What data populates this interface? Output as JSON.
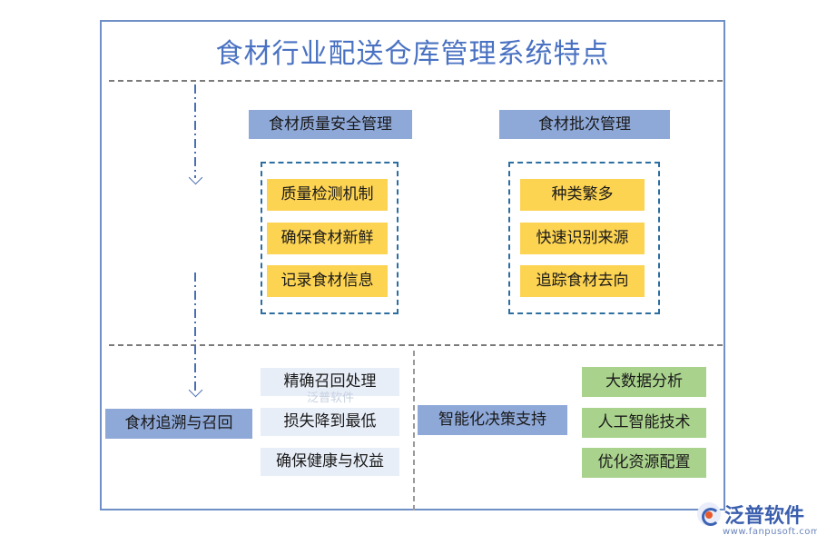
{
  "title": "食材行业配送仓库管理系统特点",
  "sections": {
    "quality": {
      "header": "食材质量安全管理",
      "items": [
        "质量检测机制",
        "确保食材新鲜",
        "记录食材信息"
      ]
    },
    "batch": {
      "header": "食材批次管理",
      "items": [
        "种类繁多",
        "快速识别来源",
        "追踪食材去向"
      ]
    },
    "trace": {
      "header": "食材追溯与召回",
      "items": [
        "精确召回处理",
        "损失降到最低",
        "确保健康与权益"
      ]
    },
    "smart": {
      "header": "智能化决策支持",
      "items": [
        "大数据分析",
        "人工智能技术",
        "优化资源配置"
      ]
    }
  },
  "watermark": "泛普软件",
  "brand": {
    "name": "泛普软件",
    "url": "www.fanpusoft.com"
  },
  "colors": {
    "title": "#4a72c2",
    "frame": "#6f8fc6",
    "header_fill": "#8ea8d8",
    "yellow": "#fdd352",
    "green": "#a9d28c",
    "light": "#e8eef8"
  }
}
